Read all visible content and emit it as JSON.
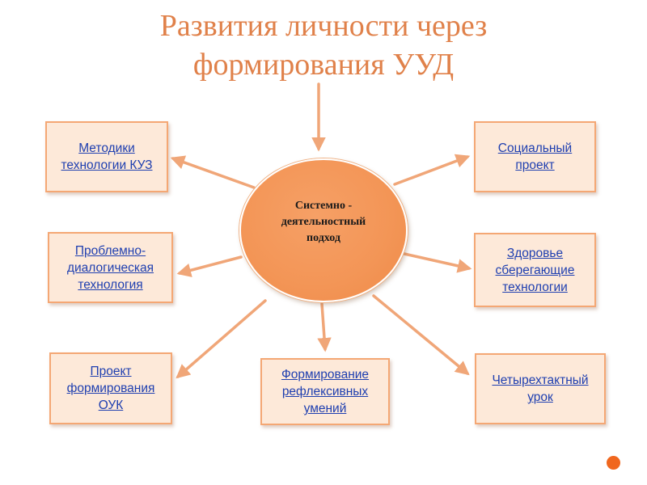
{
  "title": {
    "line1": "Развития личности через",
    "line2": "формирования УУД"
  },
  "hub": {
    "label": "Системно - деятельностный подход"
  },
  "nodes": {
    "n1": "Методики технологии КУЗ",
    "n2": "Проблемно-диалогическая технология",
    "n3": "Проект формирования ОУК",
    "n4": "Формирование рефлексивных умений",
    "n5": "Социальный проект",
    "n6": "Здоровье сберегающие технологии",
    "n7": "Четырехтактный урок"
  },
  "colors": {
    "title": "#e0814a",
    "hub_fill": "#f39556",
    "node_fill": "#fde9d9",
    "node_border": "#f4a774",
    "link": "#1f3fb0",
    "arrow": "#f0a678",
    "dot": "#f0671e"
  }
}
